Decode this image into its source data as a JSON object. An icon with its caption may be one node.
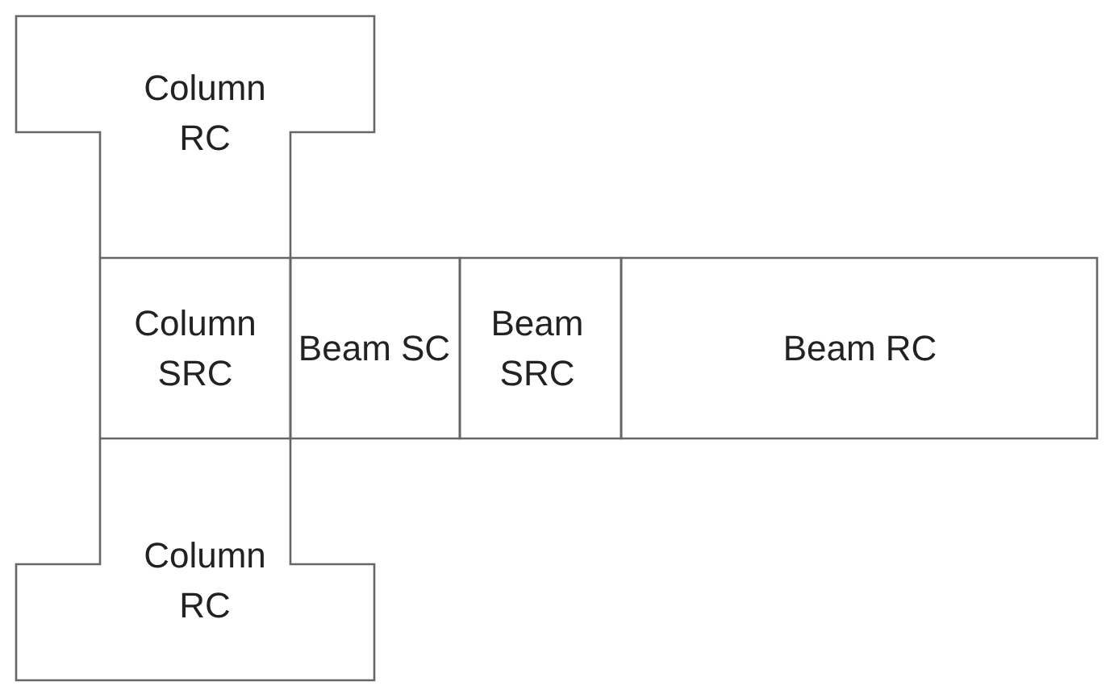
{
  "diagram": {
    "nodes": [
      {
        "text": [
          "Column RC"
        ]
      },
      {
        "text": [
          "Column SRC"
        ]
      },
      {
        "text": [
          "Beam SC"
        ]
      },
      {
        "text": [
          "Beam SRC"
        ]
      },
      {
        "text": [
          "Beam RC"
        ]
      },
      {
        "text": [
          "Column RC"
        ]
      }
    ]
  }
}
